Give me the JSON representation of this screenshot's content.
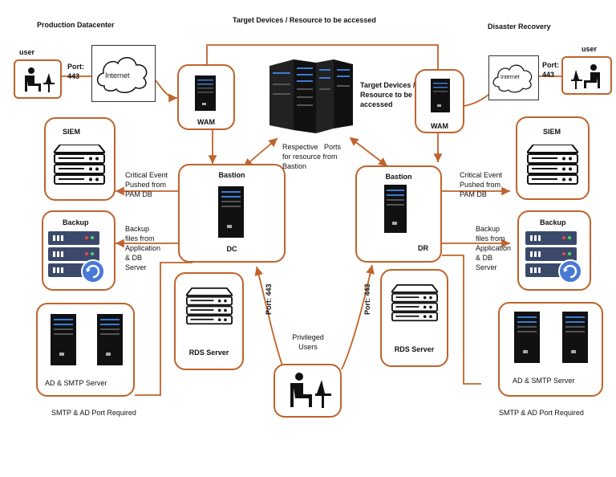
{
  "titles": {
    "production": "Production Datacenter",
    "target_top": "Target Devices / Resource to be accessed",
    "disaster": "Disaster Recovery"
  },
  "left": {
    "user_label": "user",
    "port_label": "Port:\n443",
    "internet": "Internet",
    "wam": "WAM",
    "siem": "SIEM",
    "backup": "Backup",
    "critical_event": "Critical Event\nPushed from\nPAM DB",
    "backup_files": "Backup\nfiles from\nApplication\n& DB\nServer",
    "bastion": "Bastion",
    "dc": "DC",
    "rds": "RDS Server",
    "ad_smtp": "AD & SMTP Server",
    "smtp_ports": "SMTP & AD Port Required"
  },
  "right": {
    "user_label": "user",
    "port_label": "Port:\n443",
    "internet": "Internet",
    "target_devices": "Target Devices /\nResource to be\naccessed",
    "wam": "WAM",
    "siem": "SIEM",
    "backup": "Backup",
    "critical_event": "Critical Event\nPushed from\nPAM DB",
    "backup_files": "Backup\nfiles from\nApplication\n& DB\nServer",
    "bastion": "Bastion",
    "dr": "DR",
    "rds": "RDS Server",
    "ad_smtp": "AD & SMTP Server",
    "smtp_ports": "SMTP & AD Port Required"
  },
  "center": {
    "respective_ports": "Respective   Ports\nfor resource from\nBastion",
    "port_left": "Port: 443",
    "port_right": "Port: 443",
    "privileged_users": "Privileged\nUsers"
  },
  "colors": {
    "border": "#c0632b",
    "server": "#111111",
    "backup_blue": "#3b4a6b",
    "refresh_blue": "#4a78d6"
  }
}
